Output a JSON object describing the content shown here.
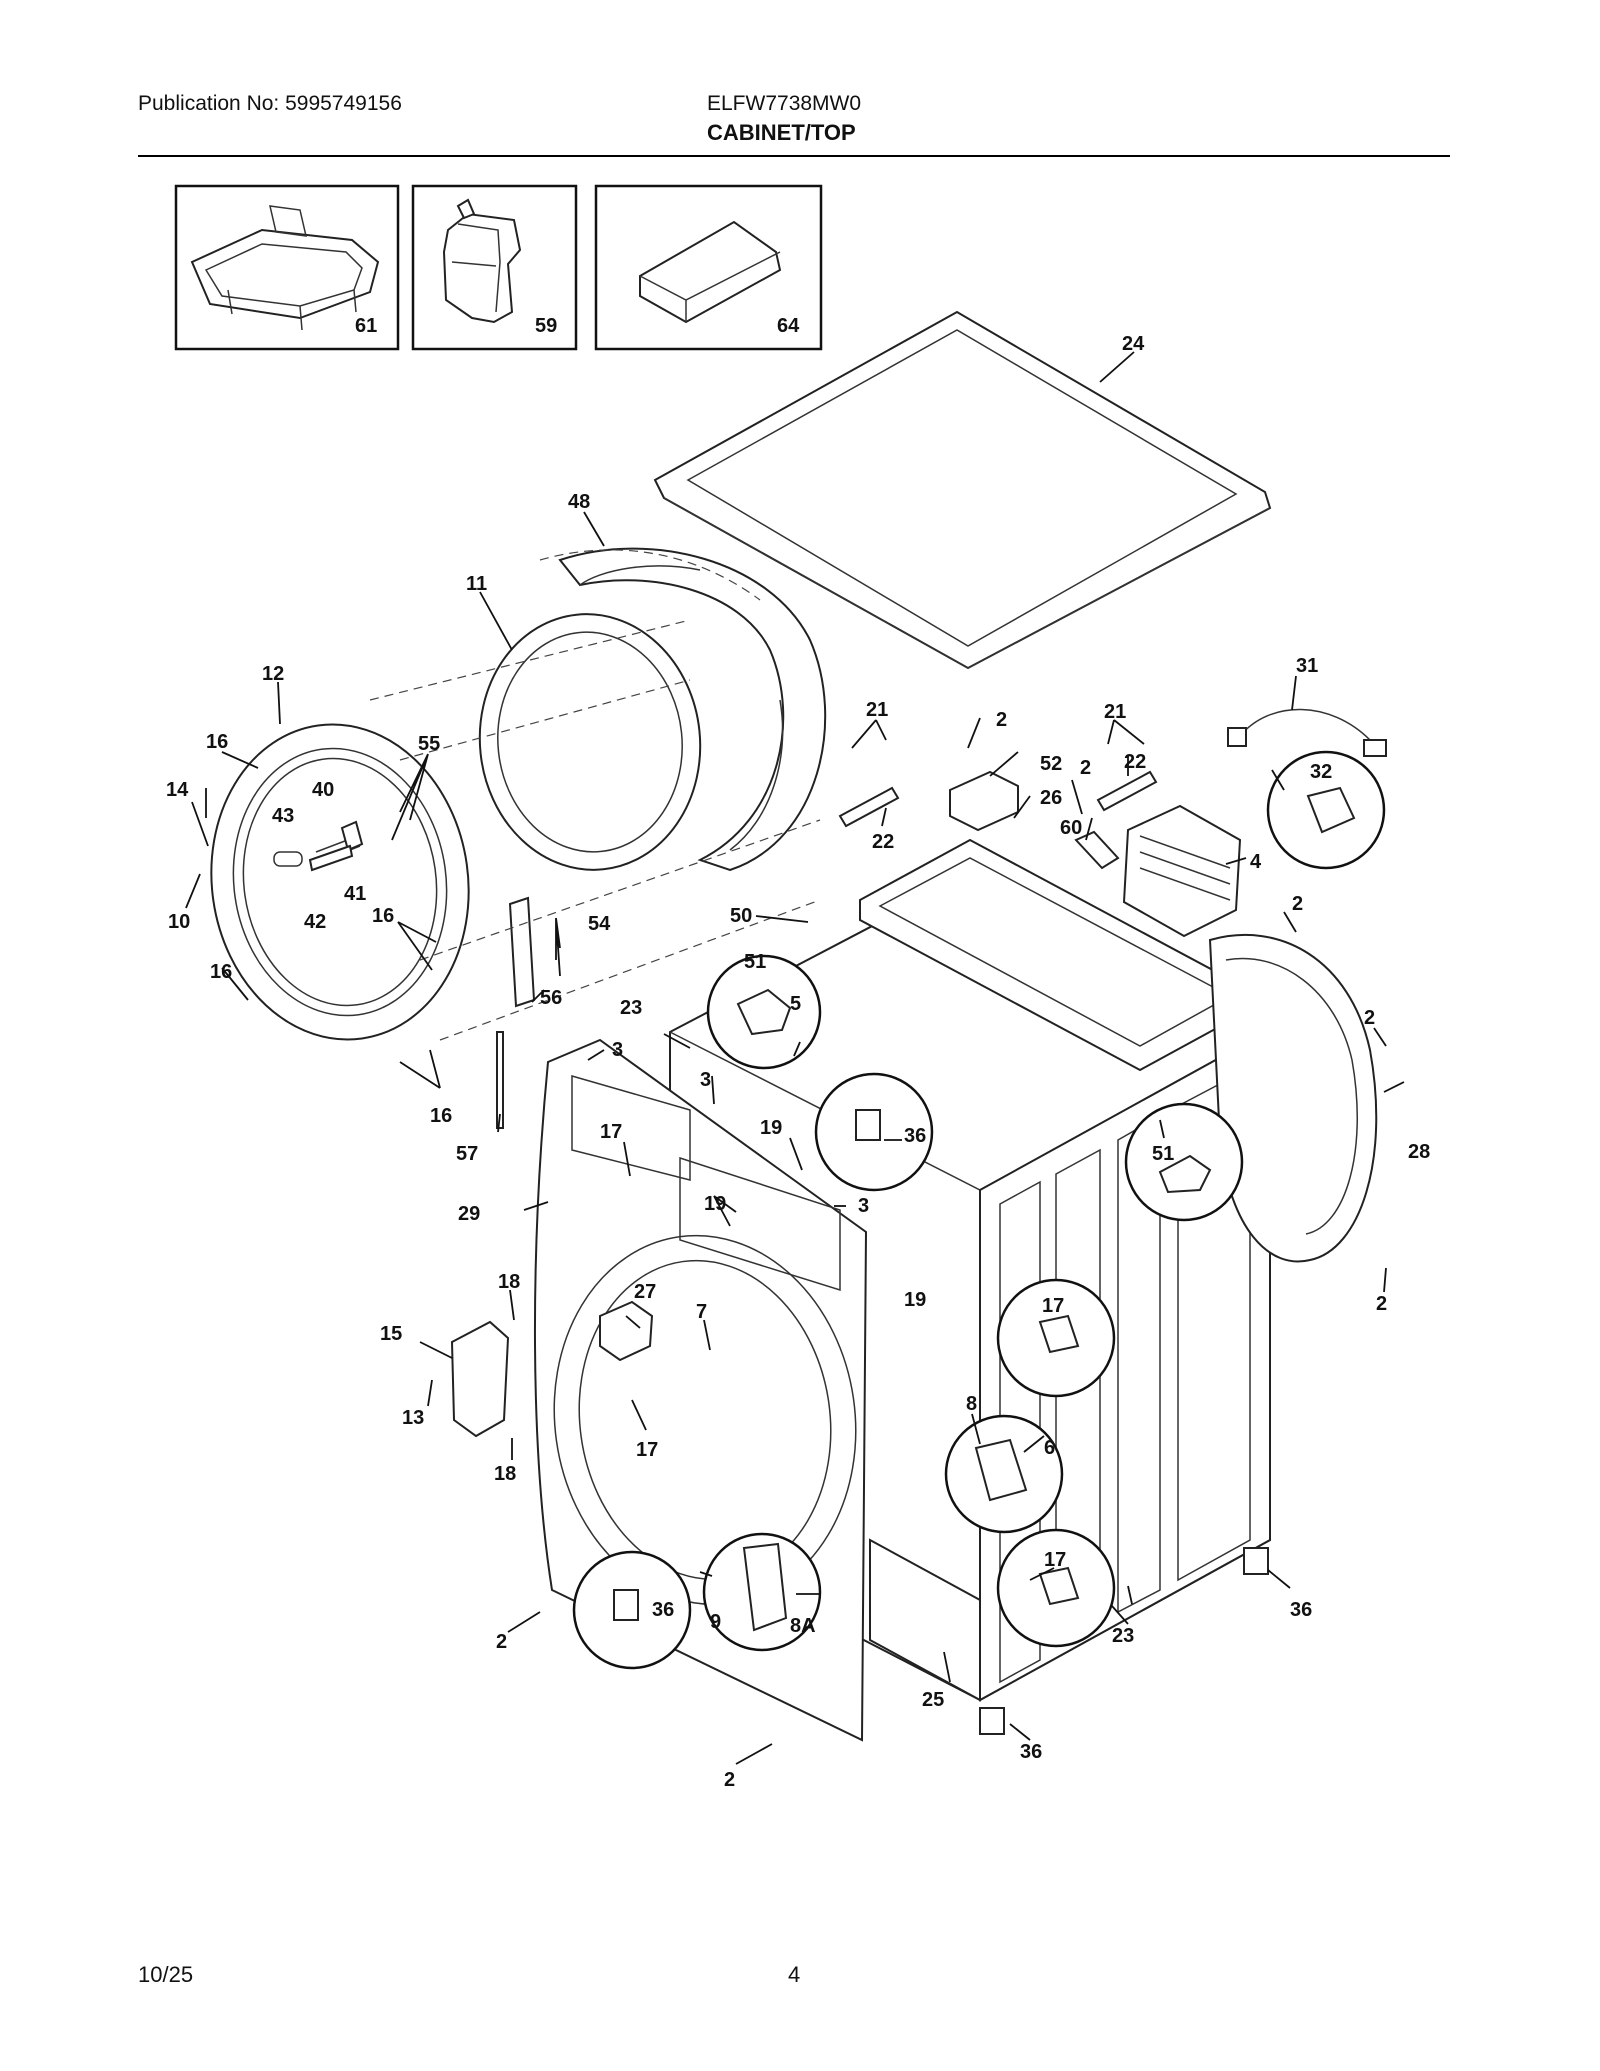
{
  "header": {
    "publication": "Publication No: 5995749156",
    "model": "ELFW7738MW0",
    "section": "CABINET/TOP"
  },
  "footer": {
    "date": "10/25",
    "page": "4"
  },
  "callouts": {
    "c61": "61",
    "c59": "59",
    "c64": "64",
    "c24": "24",
    "c48": "48",
    "c11": "11",
    "c12": "12",
    "c16a": "16",
    "c55": "55",
    "c14": "14",
    "c40": "40",
    "c43": "43",
    "c10": "10",
    "c41": "41",
    "c42": "42",
    "c16b": "16",
    "c16c": "16",
    "c54": "54",
    "c56": "56",
    "c16d": "16",
    "c57": "57",
    "c21a": "21",
    "c22a": "22",
    "c2a": "2",
    "c52": "52",
    "c26": "26",
    "c2b": "2",
    "c21b": "21",
    "c22b": "22",
    "c60": "60",
    "c31": "31",
    "c32": "32",
    "c4": "4",
    "c2c": "2",
    "c50": "50",
    "c51a": "51",
    "c5": "5",
    "c23a": "23",
    "c3a": "3",
    "c3b": "3",
    "c17a": "17",
    "c19a": "19",
    "c19b": "19",
    "c3c": "3",
    "c36a": "36",
    "c29": "29",
    "c19c": "19",
    "c51b": "51",
    "c2d": "2",
    "c28": "28",
    "c2e": "2",
    "c18a": "18",
    "c27": "27",
    "c15": "15",
    "c7": "7",
    "c17b": "17",
    "c13": "13",
    "c17c": "17",
    "c18b": "18",
    "c8": "8",
    "c6": "6",
    "c36b": "36",
    "c9": "9",
    "c8A": "8A",
    "c17d": "17",
    "c36c": "36",
    "c2f": "2",
    "c23b": "23",
    "c25": "25",
    "c36d": "36",
    "c2g": "2"
  }
}
